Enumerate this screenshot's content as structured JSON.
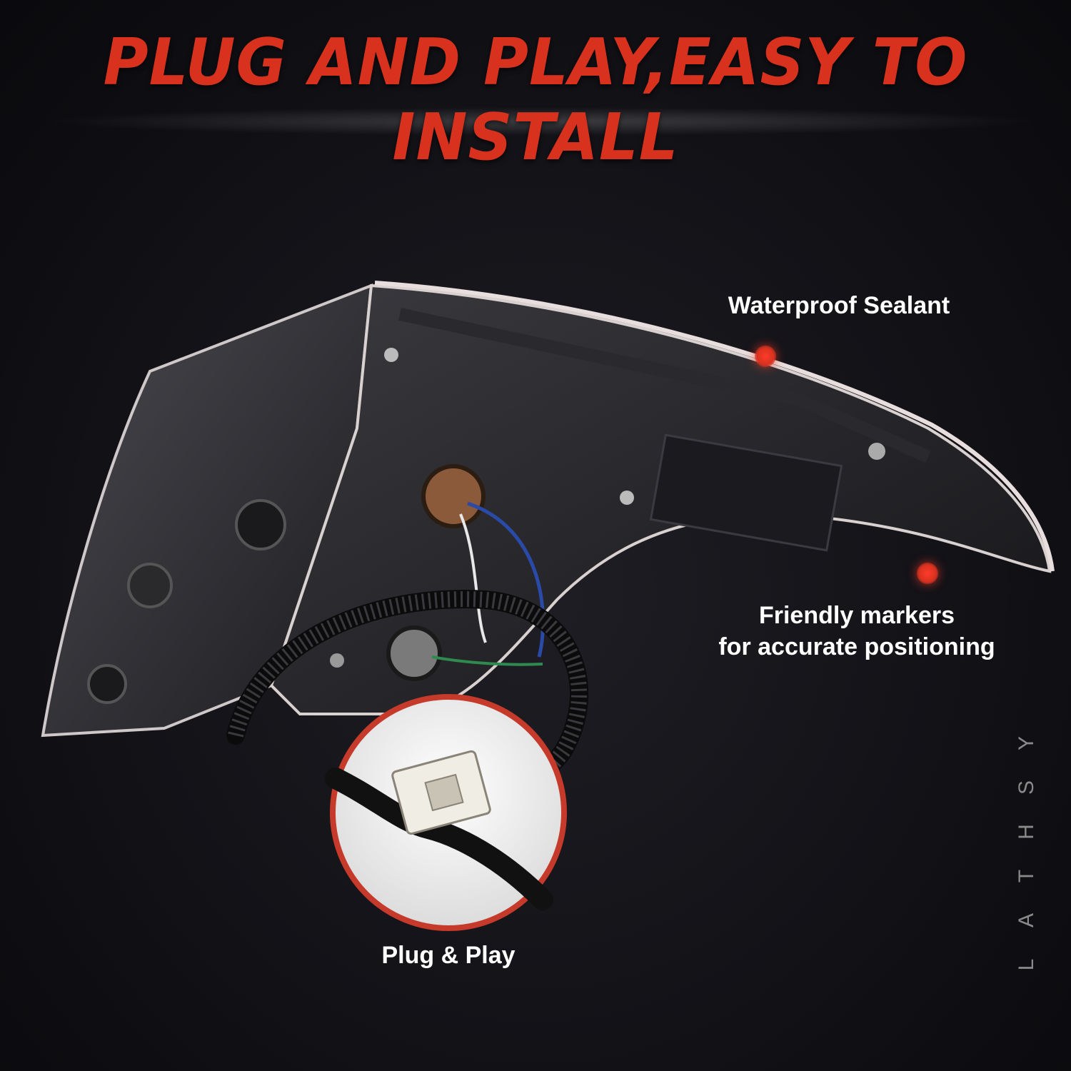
{
  "headline": "PLUG AND PLAY,EASY TO INSTALL",
  "callouts": {
    "waterproof": "Waterproof Sealant",
    "markers": "Friendly markers\nfor accurate positioning",
    "plug": "Plug & Play"
  },
  "watermark_letters": [
    "Y",
    "S",
    "H",
    "T",
    "A",
    "L"
  ],
  "colors": {
    "accent": "#d8321f",
    "background": "#121217",
    "text": "#ffffff"
  }
}
